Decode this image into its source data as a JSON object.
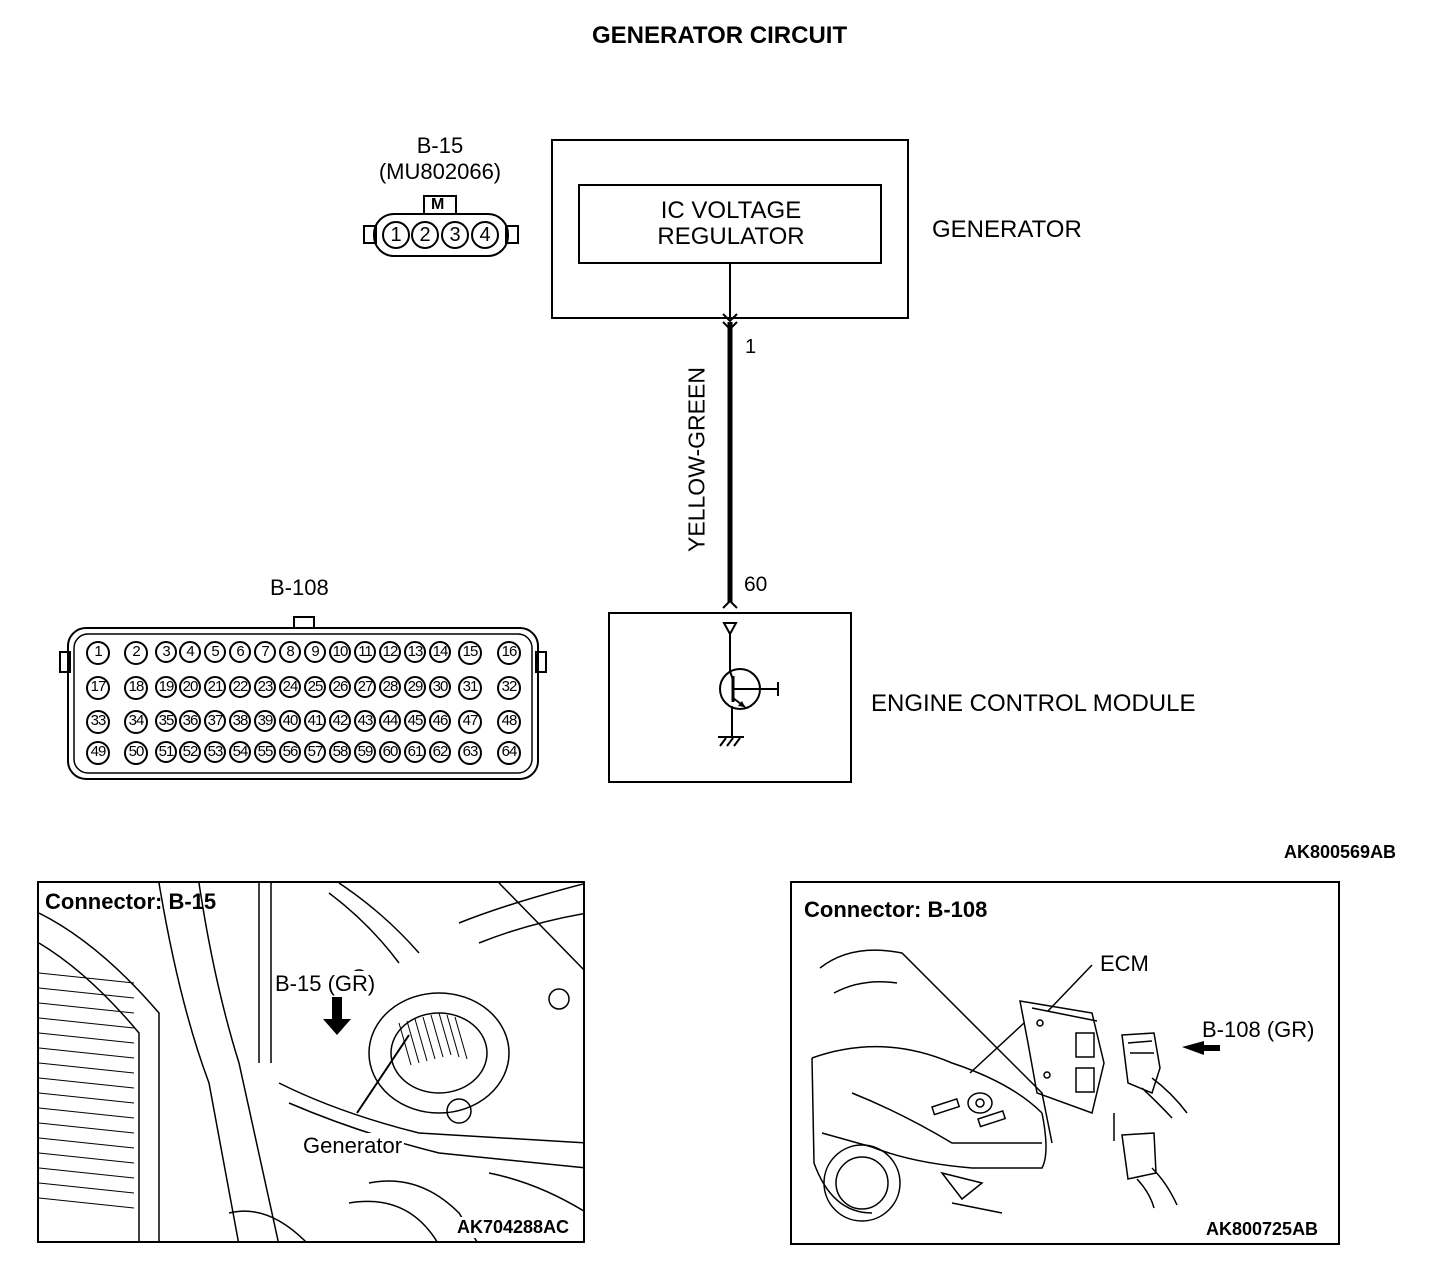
{
  "title": "GENERATOR CIRCUIT",
  "connector_b15": {
    "name": "B-15",
    "part_no": "(MU802066)",
    "key": "M",
    "pins": [
      "1",
      "2",
      "3",
      "4"
    ]
  },
  "generator": {
    "label": "GENERATOR",
    "regulator_line1": "IC VOLTAGE",
    "regulator_line2": "REGULATOR",
    "terminal": "1"
  },
  "wire": {
    "color": "YELLOW-GREEN"
  },
  "ecm": {
    "label": "ENGINE CONTROL MODULE",
    "terminal": "60"
  },
  "connector_b108": {
    "name": "B-108",
    "pins": [
      "1",
      "2",
      "3",
      "4",
      "5",
      "6",
      "7",
      "8",
      "9",
      "10",
      "11",
      "12",
      "13",
      "14",
      "15",
      "16",
      "17",
      "18",
      "19",
      "20",
      "21",
      "22",
      "23",
      "24",
      "25",
      "26",
      "27",
      "28",
      "29",
      "30",
      "31",
      "32",
      "33",
      "34",
      "35",
      "36",
      "37",
      "38",
      "39",
      "40",
      "41",
      "42",
      "43",
      "44",
      "45",
      "46",
      "47",
      "48",
      "49",
      "50",
      "51",
      "52",
      "53",
      "54",
      "55",
      "56",
      "57",
      "58",
      "59",
      "60",
      "61",
      "62",
      "63",
      "64"
    ]
  },
  "diagram_code": "AK800569AB",
  "panel_left": {
    "title": "Connector: B-15",
    "callout": "B-15 (GR)",
    "part_label": "Generator",
    "code": "AK704288AC"
  },
  "panel_right": {
    "title": "Connector: B-108",
    "ecm_label": "ECM",
    "callout": "B-108 (GR)",
    "code": "AK800725AB"
  }
}
